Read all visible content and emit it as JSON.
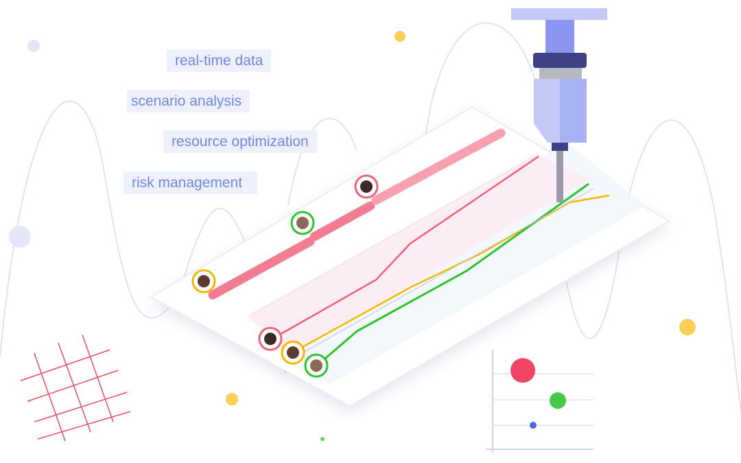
{
  "tags": {
    "real_time": "real-time data",
    "scenario": "scenario analysis",
    "resource": "resource optimization",
    "risk": "risk management"
  },
  "colors": {
    "tag_text": "#6f86e6",
    "tag_bg": "#eef1fb",
    "red": "#f0607a",
    "orange": "#f7b500",
    "green": "#2ec12e",
    "drill": "#a9b2f5",
    "drill_dark": "#3f4186"
  }
}
